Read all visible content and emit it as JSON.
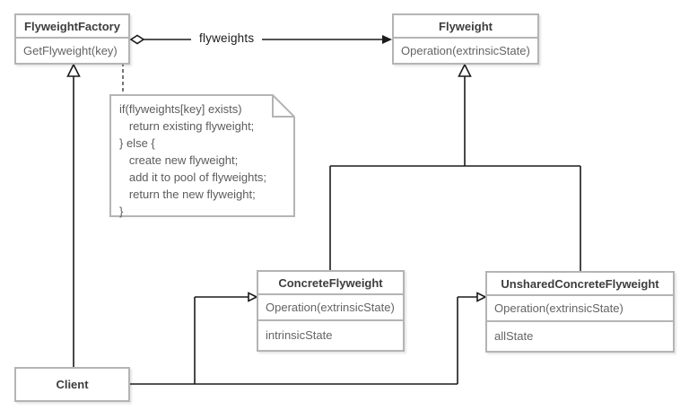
{
  "diagram": {
    "classes": {
      "flyweight_factory": {
        "name": "FlyweightFactory",
        "operation": "GetFlyweight(key)"
      },
      "flyweight": {
        "name": "Flyweight",
        "operation": "Operation(extrinsicState)"
      },
      "concrete_flyweight": {
        "name": "ConcreteFlyweight",
        "operation": "Operation(extrinsicState)",
        "attribute": "intrinsicState"
      },
      "unshared_concrete_flyweight": {
        "name": "UnsharedConcreteFlyweight",
        "operation": "Operation(extrinsicState)",
        "attribute": "allState"
      },
      "client": {
        "name": "Client"
      }
    },
    "relationships": {
      "aggregation_label": "flyweights"
    },
    "note": {
      "lines": [
        "if(flyweights[key] exists)",
        "   return existing flyweight;",
        "} else {",
        "   create new flyweight;",
        "   add it to pool of flyweights;",
        "   return the new flyweight;",
        "}"
      ]
    },
    "colors": {
      "box_border": "#b4b4b4",
      "header_text": "#3d3d3d",
      "body_text": "#646464",
      "note_text": "#5c5c5c",
      "connector": "#1b1b1b",
      "background": "#ffffff"
    }
  }
}
